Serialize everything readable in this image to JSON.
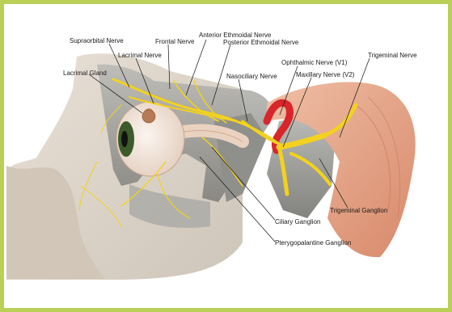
{
  "labels": {
    "supraorbital_nerve": "Supraorbital Nerve",
    "frontal_nerve": "Frontal Nerve",
    "anterior_ethmoidal_nerve": "Anterior Ethmoidal Nerve",
    "posterior_ethmoidal_nerve": "Posterior Ethmoidal Nerve",
    "lacrimal_nerve": "Lacrimal Nerve",
    "lacrimal_gland": "Lacrimal Gland",
    "nasociliary_nerve": "Nasociliary Nerve",
    "ophthalmic_nerve": "Ophthalmic Nerve (V1)",
    "maxillary_nerve": "Maxillary Nerve (V2)",
    "trigeminal_nerve": "Trigeminal Nerve",
    "trigeminal_ganglion": "Trigeminal Ganglion",
    "ciliary_ganglion": "Ciliary Ganglion",
    "pterygopalatine_ganglion": "Pterygopalantine Ganglion"
  },
  "colors": {
    "border": "#b9cf55",
    "skin": "#d9cfc2",
    "bone": "#9a9a96",
    "nerve": "#f2d21e",
    "muscle": "#e3a689",
    "artery": "#d8262a",
    "sclera": "#f6ece4",
    "iris": "#3d5a2a"
  },
  "icons": [
    "eye-anatomy-illustration"
  ]
}
